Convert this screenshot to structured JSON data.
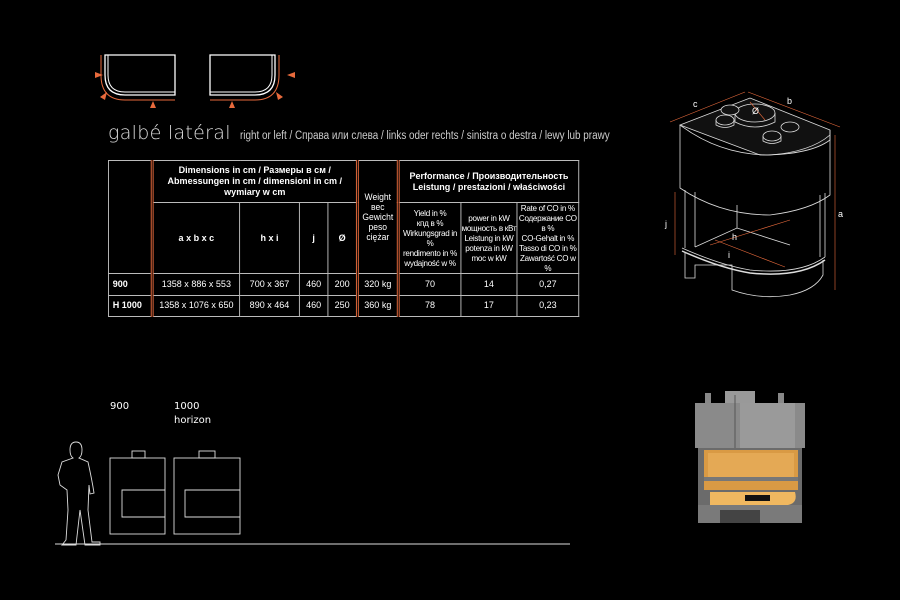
{
  "title": {
    "main": "galbé latéral",
    "subtitle": "right or left / Справа или слева  / links oder rechts / sinistra o destra / lewy lub prawy"
  },
  "shape_icons": [
    {
      "name": "left-curve",
      "description": "left side rounded corner outline with orange arrows"
    },
    {
      "name": "right-curve",
      "description": "right side rounded corner outline with orange arrows"
    }
  ],
  "table": {
    "headers": {
      "dimensions": "Dimensions in cm / Размеры в см / Abmessungen in cm / dimensioni in cm / wymiary w cm",
      "weight": [
        "Weight",
        "вес",
        "Gewicht",
        "peso",
        "ciężar"
      ],
      "performance": [
        "Performance / Производительность",
        "Leistung / prestazioni / właściwości"
      ]
    },
    "sub_headers": {
      "axbxc": "a  x  b  x  c",
      "hxi": "h  x  i",
      "j": "j",
      "diameter": "Ø",
      "yield": [
        "Yield in %",
        "кпд в %",
        "Wirkungsgrad in %",
        "rendimento in %",
        "wydajność w %"
      ],
      "power": [
        "power in kW",
        "мощность в кВт",
        "Leistung in kW",
        "potenza in kW",
        "moc w kW"
      ],
      "co": [
        "Rate of CO in %",
        "Содержание CO в %",
        "CO-Gehalt in %",
        "Tasso di CO in %",
        "Zawartość CO w %"
      ]
    },
    "rows": [
      {
        "model": "900",
        "axbxc": "1358 x 886 x 553",
        "hxi": "700 x 367",
        "j": "460",
        "diameter": "200",
        "weight": "320 kg",
        "yield": "70",
        "power": "14",
        "co": "0,27"
      },
      {
        "model": "H 1000",
        "axbxc": "1358 x 1076 x 650",
        "hxi": "890 x 464",
        "j": "460",
        "diameter": "250",
        "weight": "360 kg",
        "yield": "78",
        "power": "17",
        "co": "0,23"
      }
    ]
  },
  "diagram": {
    "labels": {
      "c": "c",
      "b": "b",
      "diameter": "Ø",
      "a": "a",
      "j": "j",
      "h": "h",
      "i": "i"
    }
  },
  "scale_drawing": {
    "label_900": "900",
    "label_1000_line1": "1000",
    "label_1000_line2": "horizon"
  },
  "colors": {
    "background": "#000000",
    "accent": "#e86a3c",
    "line": "#dddddd"
  }
}
